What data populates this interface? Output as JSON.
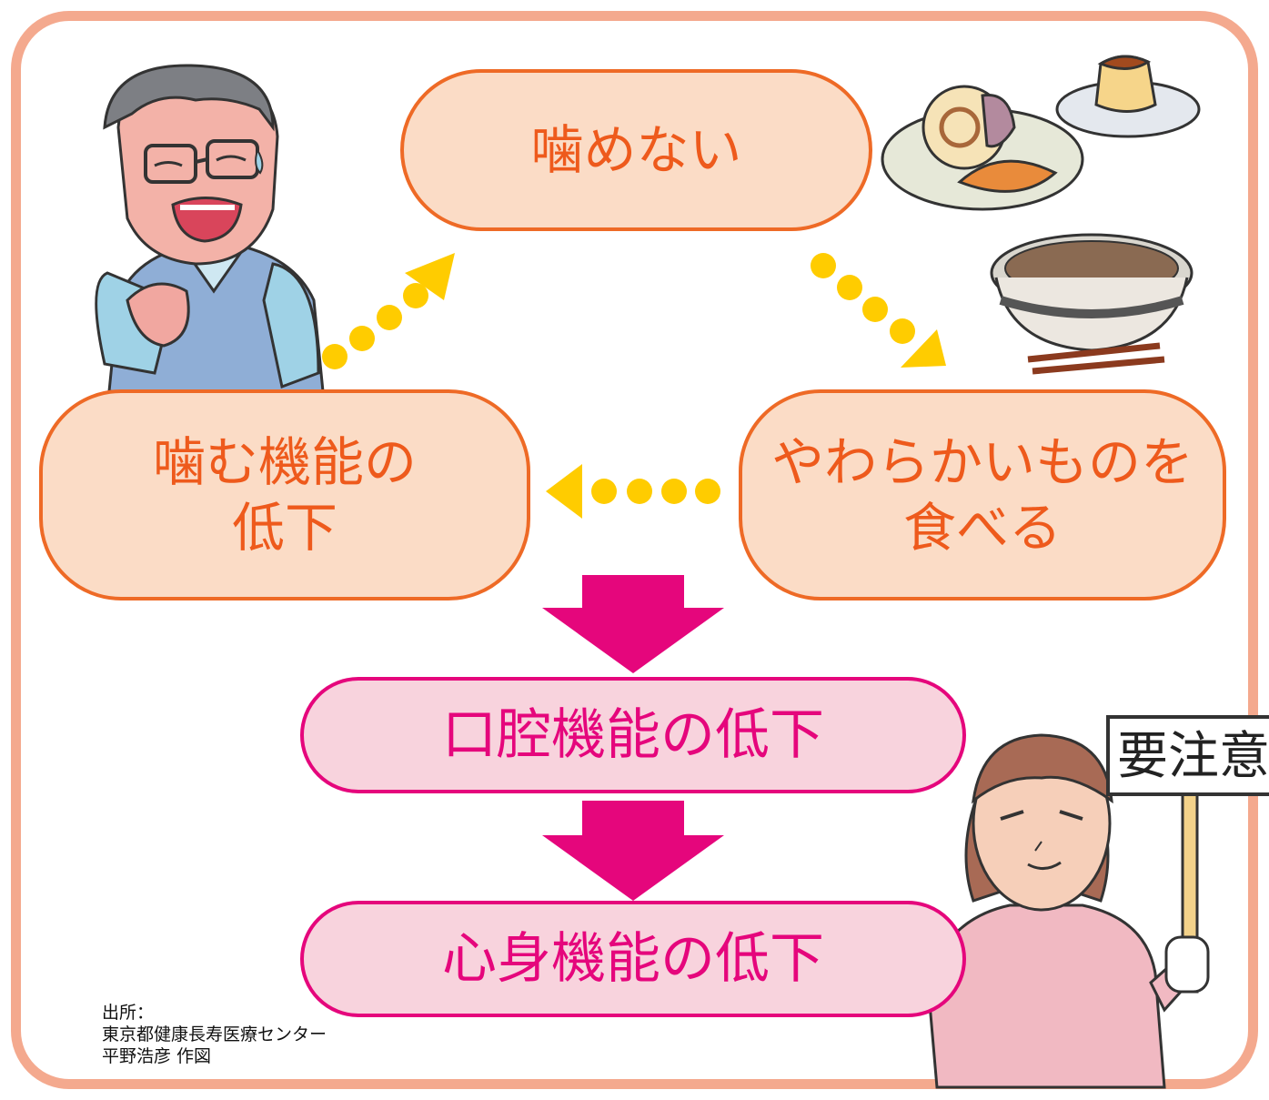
{
  "nodes": {
    "kamenai": {
      "label": "噛めない"
    },
    "kamu_kinou": {
      "line1": "噛む機能の",
      "line2": "低下"
    },
    "yawarakai": {
      "line1": "やわらかいものを",
      "line2": "食べる"
    },
    "koukuu": {
      "label": "口腔機能の低下"
    },
    "shinshin": {
      "label": "心身機能の低下"
    }
  },
  "sign": {
    "text": "要注意"
  },
  "source": {
    "line1": "出所：",
    "line2": "東京都健康長寿医療センター",
    "line3": "平野浩彦  作図"
  },
  "icons": {
    "man": "worried-man-illustration",
    "food": "soft-food-illustration",
    "nurse": "nurse-with-sign-illustration"
  },
  "colors": {
    "frame": "#f4a98e",
    "orange_fill": "#fbdcc6",
    "orange_stroke": "#ee6a26",
    "pink_fill": "#f8d3dd",
    "pink_stroke": "#e5067c",
    "dotted_arrow": "#ffcc00",
    "down_arrow": "#e5067c"
  }
}
